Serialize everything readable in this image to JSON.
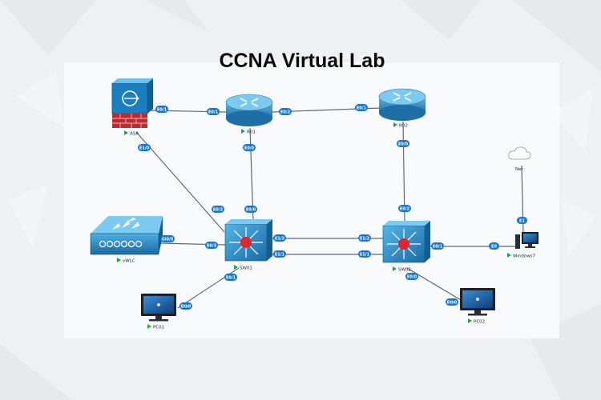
{
  "title": "CCNA Virtual Lab",
  "devices": {
    "asa": "ASA",
    "r01": "R01",
    "r02": "R02",
    "sw01": "SW01",
    "sw02": "SW02",
    "vwlc": "vWLC",
    "pc01": "PC01",
    "pc02": "PC02",
    "net": "Net",
    "windows7": "Windows7"
  },
  "ports": {
    "asa_r01_asa": "E0/1",
    "asa_r01_r01": "E0/1",
    "r01_r02_r01": "E0/2",
    "r01_r02_r02": "E0/1",
    "asa_sw01_asa": "E1/0",
    "asa_sw01_sw01": "E0/2",
    "r01_sw01_r01": "E0/0",
    "r01_sw01_sw01": "E0/0",
    "r02_sw02_r02": "E0/0",
    "r02_sw02_sw02": "E0/2",
    "vwlc_sw01_vwlc": "Gi0/0",
    "vwlc_sw01_sw01": "E0/3",
    "sw_top_sw01": "E1/2",
    "sw_top_sw02": "E1/2",
    "sw_bot_sw01": "E1/1",
    "sw_bot_sw02": "E1/1",
    "sw02_win_sw02": "E0/1",
    "sw02_win_win": "E0",
    "net_win": "E1",
    "sw01_pc01_sw01": "E0/1",
    "sw01_pc01_pc01": "Eth0",
    "sw02_pc02_sw02": "E0/0",
    "sw02_pc02_pc02": "Eth0"
  },
  "colors": {
    "background": "#eef0f2",
    "canvas": "#f9fafb",
    "link": "#5c6a78",
    "port_badge": "#1677cf",
    "router": "#2f8fc4",
    "switch": "#2f8fc4",
    "switch_core": "#e0262b",
    "asa": "#1a7fc1",
    "asa_wall": "#c0292e",
    "status_arrow": "#22a53b"
  },
  "icons": {
    "router": "router-icon",
    "switch": "multilayer-switch-icon",
    "firewall": "asa-firewall-icon",
    "wlc": "wireless-controller-icon",
    "pc": "monitor-icon",
    "cloud": "cloud-icon",
    "desktop": "desktop-computer-icon"
  }
}
